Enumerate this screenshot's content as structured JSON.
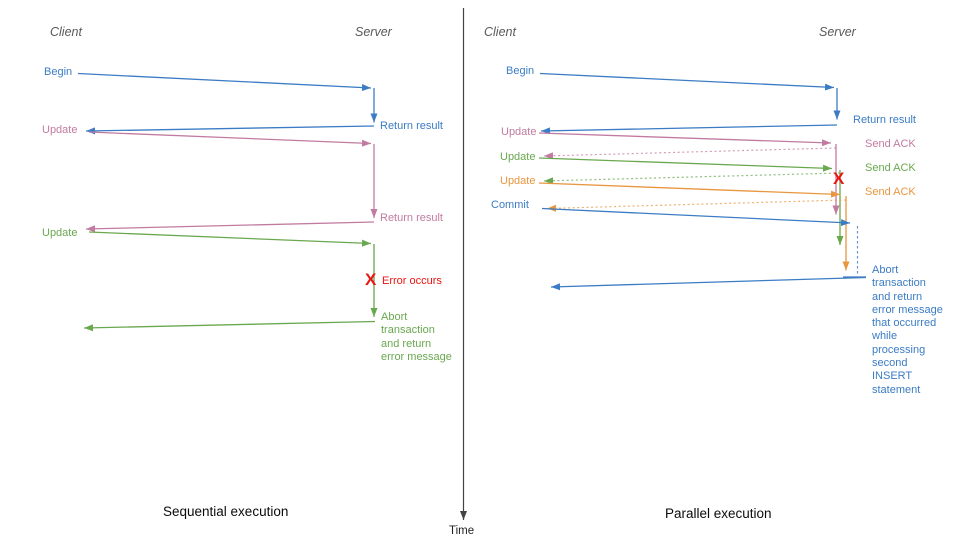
{
  "colors": {
    "blue": "#3b7cc4",
    "pink": "#c27ba0",
    "green": "#6aa84f",
    "orange": "#e8963f",
    "red": "#ea1410",
    "header_gray": "#595959",
    "axis": "#444444"
  },
  "headers": {
    "client": "Client",
    "server": "Server"
  },
  "time_axis": {
    "label": "Time"
  },
  "left": {
    "title": "Sequential execution",
    "begin": "Begin",
    "update_first": "Update",
    "update_second": "Update",
    "return_result_first": "Return result",
    "return_result_second": "Return result",
    "error_mark": "X",
    "error_label": "Error occurs",
    "abort_lines": [
      "Abort",
      "transaction",
      "and return",
      "error message"
    ]
  },
  "right": {
    "title": "Parallel execution",
    "begin": "Begin",
    "return_result": "Return result",
    "update_pink": "Update",
    "update_green": "Update",
    "update_orange": "Update",
    "commit": "Commit",
    "send_ack_pink": "Send ACK",
    "send_ack_green": "Send ACK",
    "send_ack_orange": "Send ACK",
    "error_mark": "X",
    "abort_lines": [
      "Abort",
      "transaction",
      "and return",
      "error message",
      "that occurred",
      "while",
      "processing",
      "second",
      "INSERT",
      "statement"
    ]
  }
}
